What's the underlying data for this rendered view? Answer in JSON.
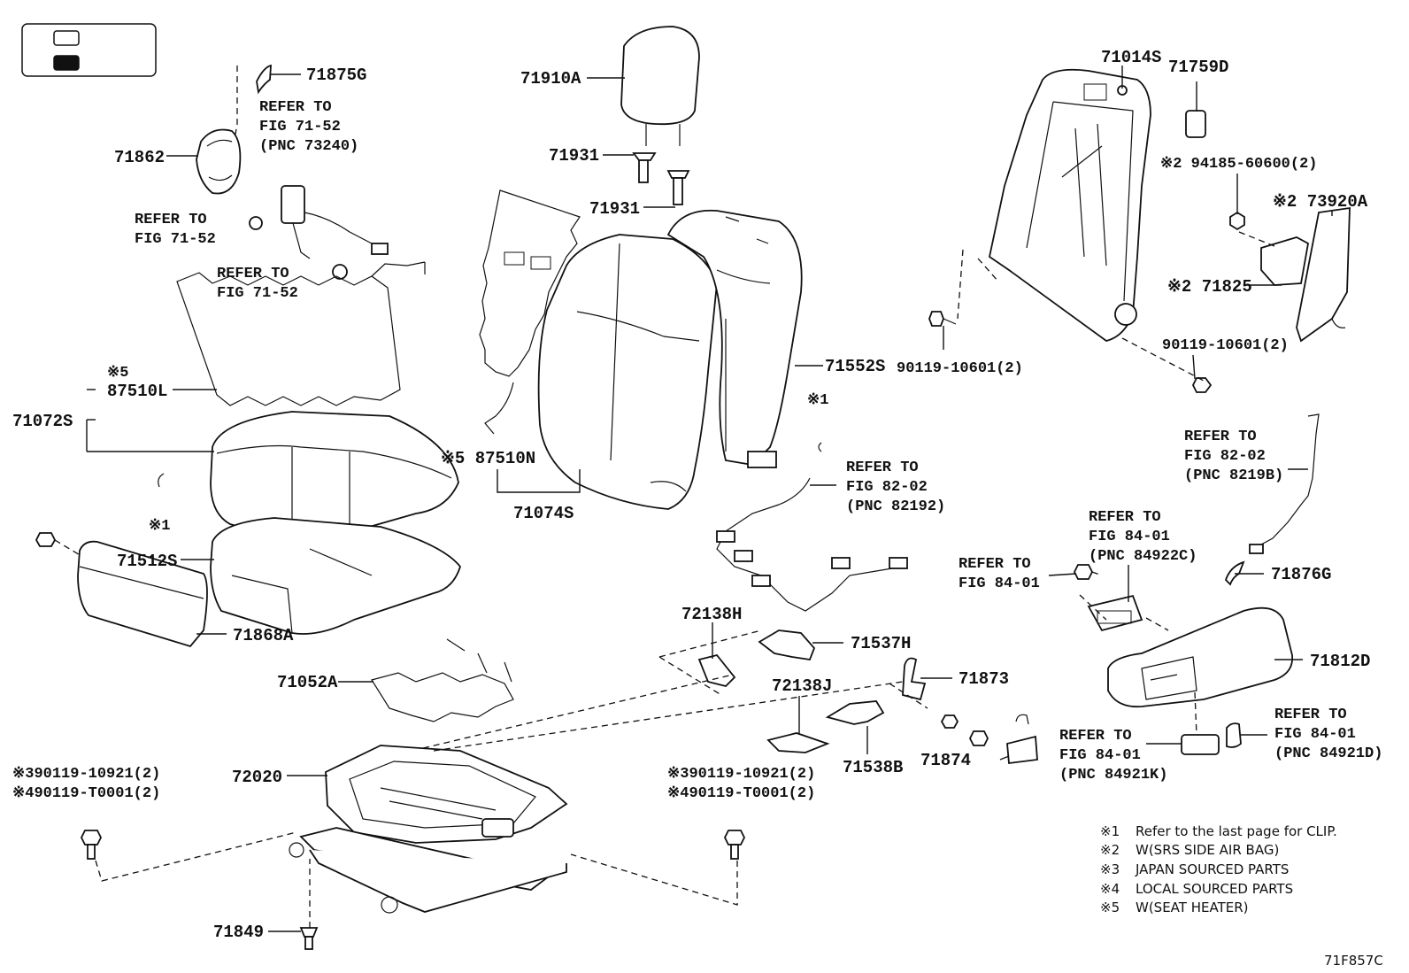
{
  "legend_box": {
    "colors": [
      "#ffffff",
      "#111111"
    ]
  },
  "labels": {
    "p71875G": "71875G",
    "refer_71_52_a": [
      "REFER TO",
      "FIG 71-52",
      "(PNC 73240)"
    ],
    "p71862": "71862",
    "refer_71_52_b": [
      "REFER TO",
      "FIG 71-52"
    ],
    "refer_71_52_c": [
      "REFER TO",
      "FIG 71-52"
    ],
    "p71910A": "71910A",
    "p71931a": "71931",
    "p71931b": "71931",
    "p71014S": "71014S",
    "p71759D": "71759D",
    "p94185": "※2 94185-60600(2)",
    "p73920A": "※2 73920A",
    "p71825": "※2 71825",
    "p90119_10601a": "90119-10601(2)",
    "p90119_10601b": "90119-10601(2)",
    "p71552S": "71552S",
    "note5a": "※5",
    "p87510L": "87510L",
    "p71072S": "71072S",
    "note1a": "※1",
    "note1b": "※1",
    "p87510N": "※5 87510N",
    "p71074S": "71074S",
    "refer_82_02_a": [
      "REFER TO",
      "FIG 82-02",
      "(PNC 82192)"
    ],
    "refer_82_02_b": [
      "REFER TO",
      "FIG 82-02",
      "(PNC 8219B)"
    ],
    "p71512S": "71512S",
    "p71868A": "71868A",
    "refer_84_01_a": [
      "REFER TO",
      "FIG 84-01",
      "(PNC 84922C)"
    ],
    "refer_84_01_b": [
      "REFER TO",
      "FIG 84-01"
    ],
    "p71876G": "71876G",
    "p72138H": "72138H",
    "p71537H": "71537H",
    "p71812D": "71812D",
    "p71052A": "71052A",
    "p72138J": "72138J",
    "p71873": "71873",
    "refer_84_01_c": [
      "REFER TO",
      "FIG 84-01",
      "(PNC 84921K)"
    ],
    "refer_84_01_d": [
      "REFER TO",
      "FIG 84-01",
      "(PNC 84921D)"
    ],
    "p72020": "72020",
    "p71538B": "71538B",
    "p71874": "71874",
    "bolt_left": [
      "※390119-10921(2)",
      "※490119-T0001(2)"
    ],
    "bolt_mid": [
      "※390119-10921(2)",
      "※490119-T0001(2)"
    ],
    "p71849": "71849",
    "figure_code": "71F857C"
  },
  "notes": [
    {
      "mark": "※1",
      "text": "Refer to the last page for CLIP."
    },
    {
      "mark": "※2",
      "text": "W(SRS SIDE AIR BAG)"
    },
    {
      "mark": "※3",
      "text": "JAPAN SOURCED PARTS"
    },
    {
      "mark": "※4",
      "text": "LOCAL SOURCED PARTS"
    },
    {
      "mark": "※5",
      "text": "W(SEAT HEATER)"
    }
  ]
}
